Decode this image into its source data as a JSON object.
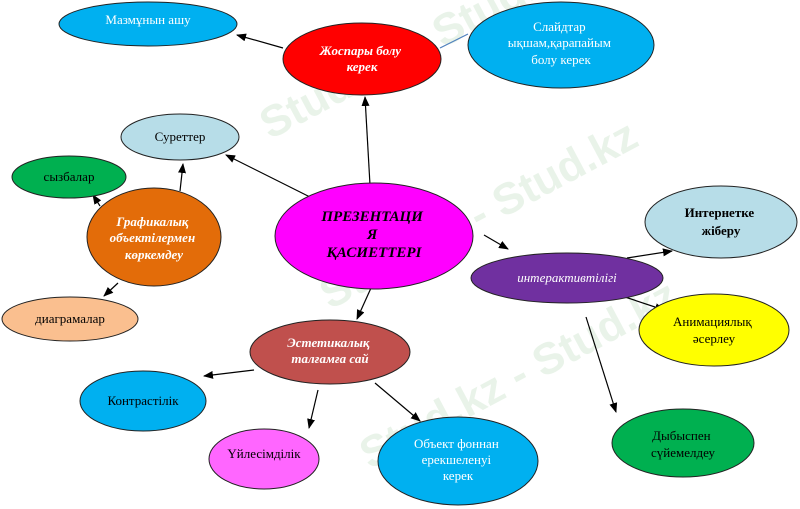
{
  "watermark": {
    "text": "Stud.kz - Stud.kz"
  },
  "nodes": {
    "center": {
      "lines": [
        "ПРЕЗЕНТАЦИ",
        "Я",
        "ҚАСИЕТТЕРІ"
      ],
      "fill": "#ff00ff"
    },
    "plan": {
      "lines": [
        "Жоспары болу",
        "керек"
      ],
      "fill": "#ff0000"
    },
    "content": {
      "lines": [
        "Мазмұнын ашу"
      ],
      "fill": "#00b0f0"
    },
    "slides": {
      "lines": [
        "Слайдтар",
        "ықшам,қарапайым",
        "болу керек"
      ],
      "fill": "#00b0f0"
    },
    "pictures": {
      "lines": [
        "Суреттер"
      ],
      "fill": "#b7dde8"
    },
    "graphics": {
      "lines": [
        "Графикалық",
        "объектілермен",
        "көркемдеу"
      ],
      "fill": "#e36c09"
    },
    "sketches": {
      "lines": [
        "сызбалар"
      ],
      "fill": "#00b050"
    },
    "diagrams": {
      "lines": [
        "диаграмалар"
      ],
      "fill": "#fabf8f"
    },
    "aesthetic": {
      "lines": [
        "Эстетикалық",
        "талғамға сай"
      ],
      "fill": "#c0504d"
    },
    "contrast": {
      "lines": [
        "Контрастілік"
      ],
      "fill": "#00b0f0"
    },
    "harmony": {
      "lines": [
        "Үйлесімділік"
      ],
      "fill": "#ff66ff"
    },
    "object": {
      "lines": [
        "Объект фоннан",
        "ерекшеленуі",
        "керек"
      ],
      "fill": "#00b0f0"
    },
    "interactive": {
      "lines": [
        "интерактивтілігі"
      ],
      "fill": "#7030a0"
    },
    "internet": {
      "lines": [
        "Интернетке",
        "жіберу"
      ],
      "fill": "#b7dde8"
    },
    "animation": {
      "lines": [
        "Анимациялық",
        "әсерлеу"
      ],
      "fill": "#ffff00"
    },
    "sound": {
      "lines": [
        "Дыбыспен",
        "сүйемелдеу"
      ],
      "fill": "#00b050"
    }
  }
}
